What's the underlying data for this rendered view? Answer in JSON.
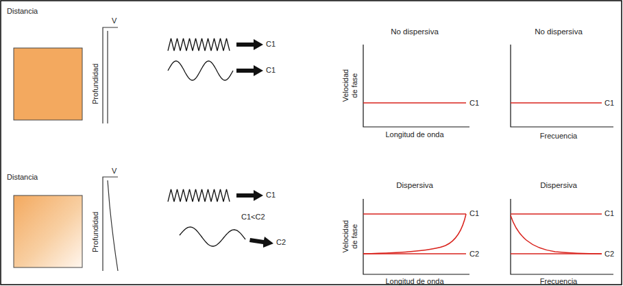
{
  "diagram": {
    "labels": [
      "Distancia",
      "Profundidad",
      "V",
      "C1",
      "C1",
      "No dispersiva",
      "Velocidad de fase",
      "Longitud de onda",
      "C1",
      "No dispersiva",
      "Frecuencia",
      "C1",
      "Distancia",
      "Profundidad",
      "V",
      "C1",
      "C1<C2",
      "C2",
      "Dispersiva",
      "Velocidad de fase",
      "Longitud de onda",
      "C1",
      "C2",
      "Dispersiva",
      "Frecuencia",
      "C1",
      "C2"
    ]
  }
}
